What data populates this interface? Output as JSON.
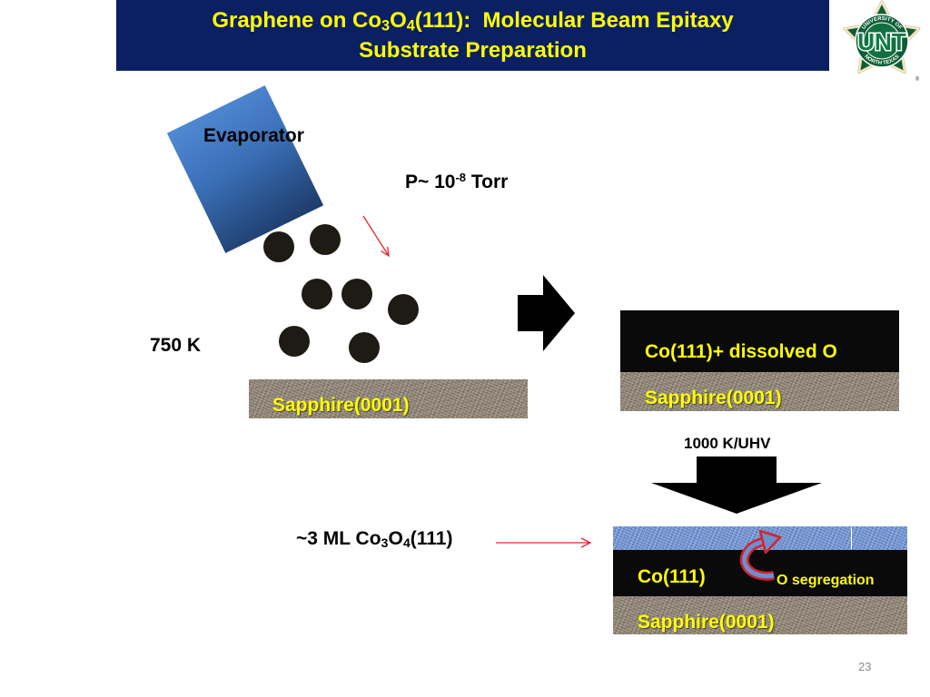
{
  "slide": {
    "title": {
      "line1": {
        "text_a": "Graphene on Co",
        "sub_a": "3",
        "text_b": "O",
        "sub_b": "4",
        "text_c": "(111):  Molecular Beam Epitaxy"
      },
      "line2": "Substrate Preparation"
    },
    "logo": {
      "wordmark": "UNT",
      "ring_top": "UNIVERSITY OF",
      "ring_bottom": "NORTH TEXAS",
      "registered_mark": "®"
    },
    "page_number": "23"
  },
  "deposition": {
    "source_label": "Evaporator",
    "pressure": {
      "base": "P~ 10",
      "exponent": "-8",
      "unit": " Torr"
    },
    "temperature": "750 K",
    "substrate_label": "Sapphire(0001)"
  },
  "after_deposition": {
    "film_label": "Co(111)+ dissolved O",
    "substrate_label": "Sapphire(0001)"
  },
  "anneal_step": {
    "label": "1000 K/UHV"
  },
  "after_anneal": {
    "oxide_callout": {
      "text_a": "~3 ML Co",
      "sub_a": "3",
      "text_b": "O",
      "sub_b": "4",
      "text_c": "(111)"
    },
    "metal_label": "Co(111)",
    "process_label": "O segregation",
    "substrate_label": "Sapphire(0001)"
  },
  "icons": {
    "logo": "unt-logo",
    "step_right": "arrow-right-icon",
    "step_down": "arrow-down-icon",
    "segregation": "curved-arrow-icon",
    "pointer": "thin-arrow-icon"
  },
  "colors": {
    "title_bar": "#0b1f63",
    "title_text": "#ffff00",
    "label_on_layer": "#ffff00",
    "evaporator": "#3a6fb6",
    "particle": "#1e1b14",
    "pointer_arrow": "#e3262b",
    "oxide_layer": "#7092cf",
    "cobalt_layer": "#0a0a0a",
    "sapphire": "#8e8476",
    "step_arrow": "#000000"
  }
}
